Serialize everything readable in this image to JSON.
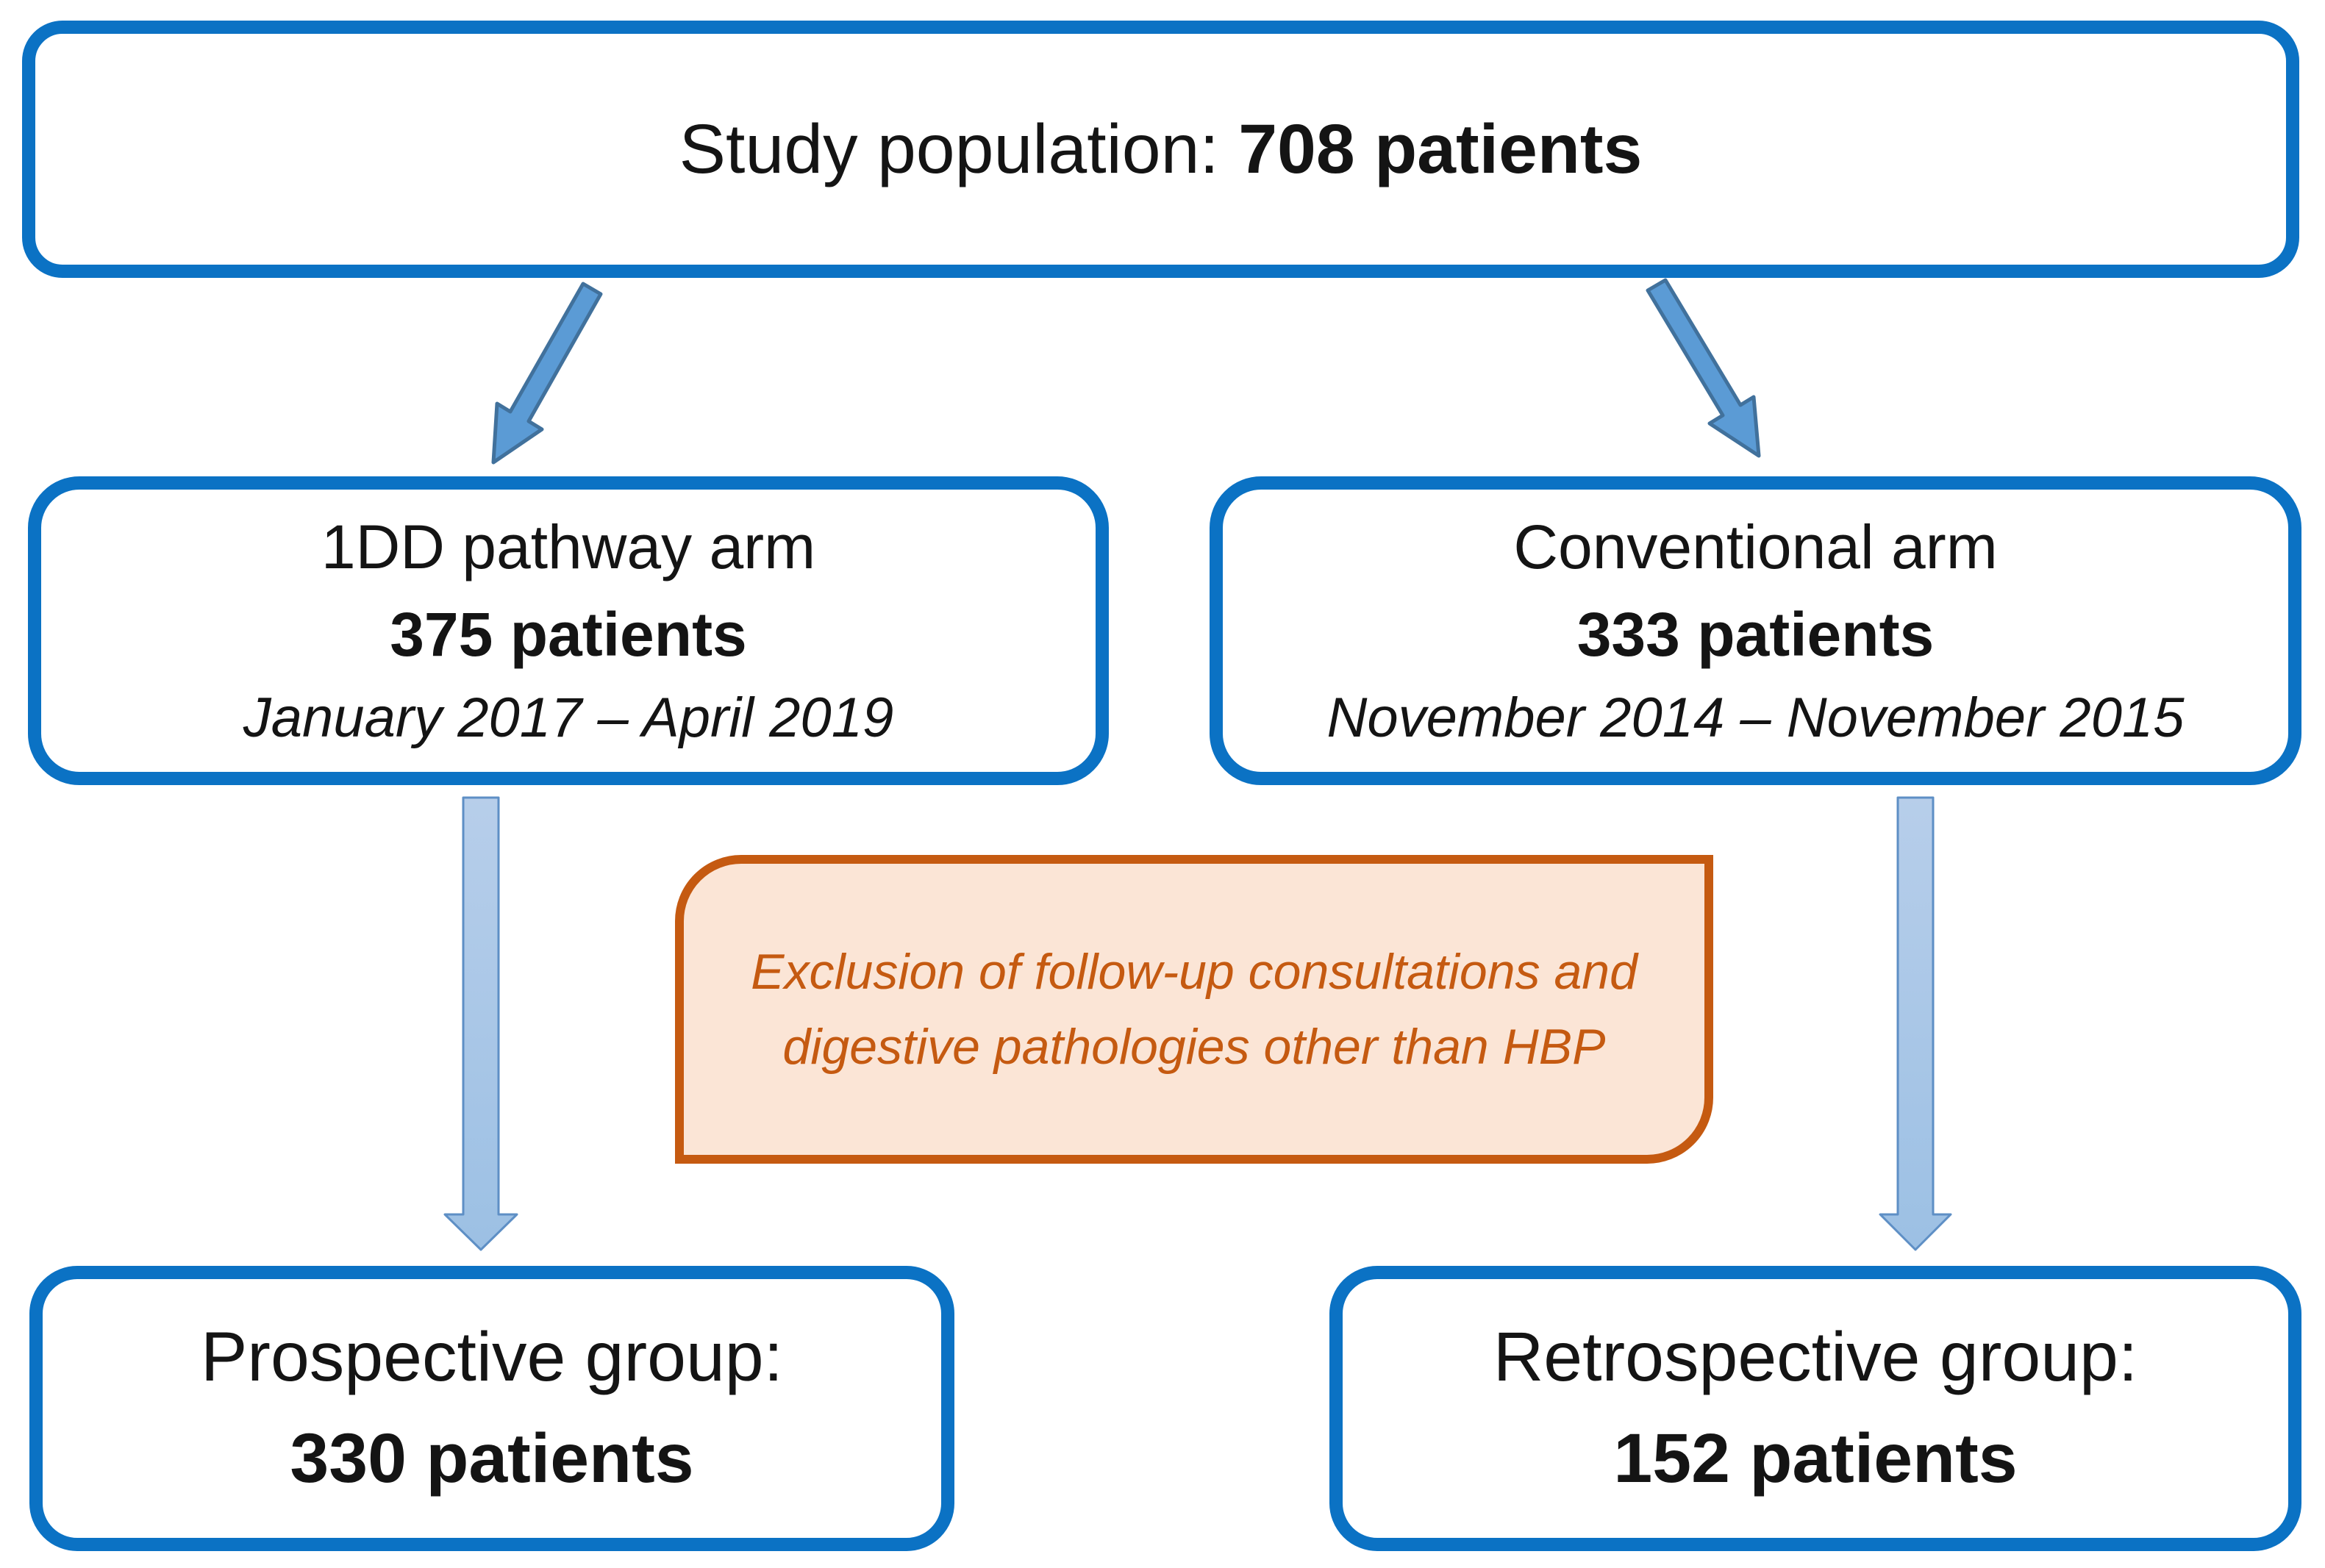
{
  "diagram": {
    "title": {
      "prefix": "Study population: ",
      "bold": "708 patients"
    },
    "arms": [
      {
        "name": "1DD pathway arm",
        "patients": "375 patients",
        "period": "January 2017 – April 2019"
      },
      {
        "name": "Conventional arm",
        "patients": "333 patients",
        "period": "November 2014 – November 2015"
      }
    ],
    "exclusion_note": {
      "line1": "Exclusion of follow-up consultations and",
      "line2": "digestive pathologies other than HBP"
    },
    "groups": [
      {
        "name": "Prospective group:",
        "patients": "330 patients"
      },
      {
        "name": "Retrospective group:",
        "patients": "152 patients"
      }
    ],
    "colors": {
      "box_border": "#0b72c4",
      "text": "#141414",
      "arrow_fill": "#5b9bd5",
      "arrow_stroke": "#41719c",
      "light_arrow_fill_top": "#b7ceea",
      "light_arrow_fill_bottom": "#9cc0e4",
      "light_arrow_stroke": "#5e8fc5",
      "exclusion_fill": "#fbe5d6",
      "exclusion_border": "#c55a11",
      "exclusion_text": "#c55a11"
    }
  }
}
